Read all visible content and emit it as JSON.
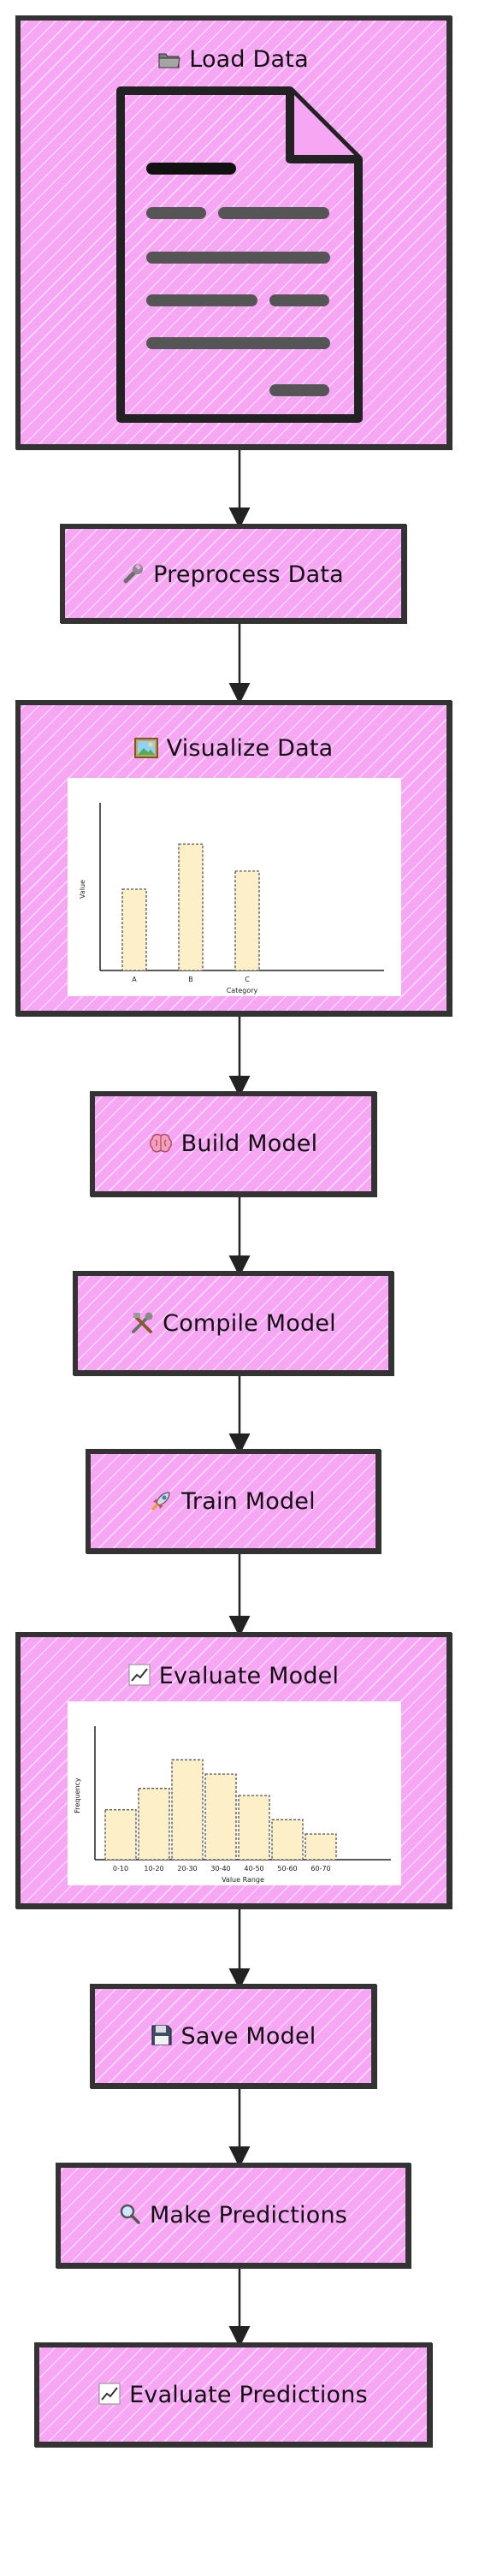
{
  "nodes": [
    {
      "id": "load-data",
      "label": "Load Data",
      "icon": "folder-icon"
    },
    {
      "id": "preprocess-data",
      "label": "Preprocess Data",
      "icon": "wrench-icon"
    },
    {
      "id": "visualize-data",
      "label": "Visualize Data",
      "icon": "picture-icon"
    },
    {
      "id": "build-model",
      "label": "Build Model",
      "icon": "brain-icon"
    },
    {
      "id": "compile-model",
      "label": "Compile Model",
      "icon": "tools-icon"
    },
    {
      "id": "train-model",
      "label": "Train Model",
      "icon": "rocket-icon"
    },
    {
      "id": "evaluate-model",
      "label": "Evaluate Model",
      "icon": "chart-increasing-icon"
    },
    {
      "id": "save-model",
      "label": "Save Model",
      "icon": "floppy-disk-icon"
    },
    {
      "id": "make-predictions",
      "label": "Make Predictions",
      "icon": "magnifier-icon"
    },
    {
      "id": "evaluate-predictions",
      "label": "Evaluate Predictions",
      "icon": "chart-increasing-icon"
    }
  ],
  "colors": {
    "node_fill": "#f7a6f4",
    "node_border": "#333333",
    "bar_fill": "#fdf0c8"
  },
  "chart_data": [
    {
      "type": "bar",
      "categories": [
        "A",
        "B",
        "C"
      ],
      "values": [
        4.5,
        7,
        5.5
      ],
      "title": "",
      "xlabel": "Category",
      "ylabel": "Value",
      "ylim": [
        0,
        9
      ]
    },
    {
      "type": "bar",
      "categories": [
        "0-10",
        "10-20",
        "20-30",
        "30-40",
        "40-50",
        "50-60",
        "60-70"
      ],
      "values": [
        3.5,
        5,
        7,
        6,
        4.5,
        2.8,
        1.8
      ],
      "title": "",
      "xlabel": "Value Range",
      "ylabel": "Frequency",
      "ylim": [
        0,
        9
      ]
    }
  ]
}
